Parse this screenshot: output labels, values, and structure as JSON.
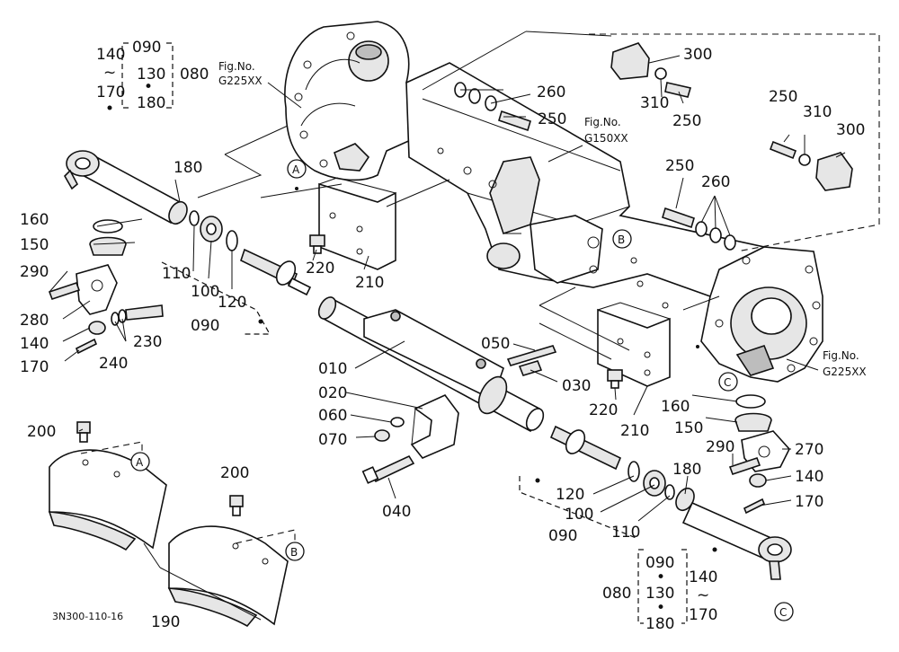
{
  "figure_code": "3N300-110-16",
  "fig_refs": {
    "left": [
      "Fig.No.",
      "G225XX"
    ],
    "center": [
      "Fig.No.",
      "G150XX"
    ],
    "right": [
      "Fig.No.",
      "G225XX"
    ]
  },
  "callouts": {
    "a": "A",
    "b": "B",
    "c": "C"
  },
  "parts": {
    "p010": "010",
    "p020": "020",
    "p030": "030",
    "p040": "040",
    "p050": "050",
    "p060": "060",
    "p070": "070",
    "p080": "080",
    "p090": "090",
    "p100": "100",
    "p110": "110",
    "p120": "120",
    "p130": "130",
    "p140": "140",
    "p150": "150",
    "p160": "160",
    "p170": "170",
    "p180": "180",
    "p190": "190",
    "p200": "200",
    "p210": "210",
    "p220": "220",
    "p230": "230",
    "p240": "240",
    "p250": "250",
    "p260": "260",
    "p270": "270",
    "p280": "280",
    "p290": "290",
    "p300": "300",
    "p310": "310"
  },
  "symbols": {
    "tilde": "~",
    "dot": "•"
  }
}
